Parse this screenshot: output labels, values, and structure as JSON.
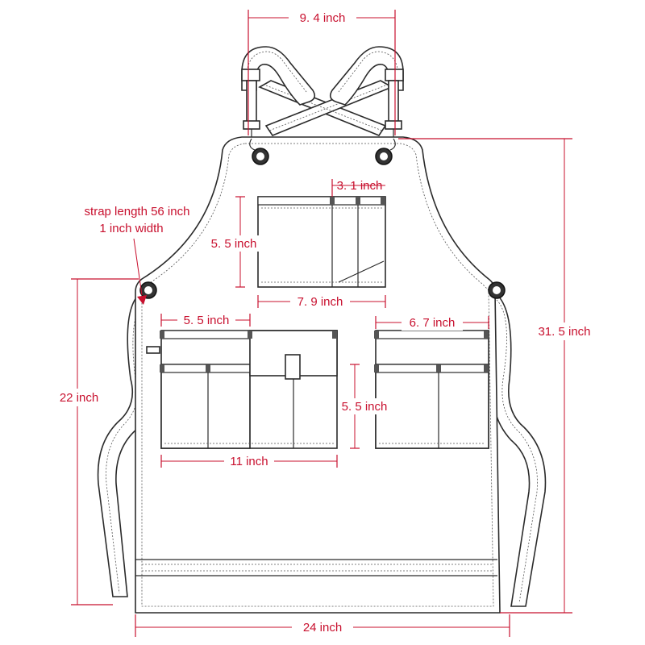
{
  "dimensions": {
    "strap_gap": "9. 4 inch",
    "chest_pocket_divider": "3. 1 inch",
    "chest_pocket_height": "5. 5 inch",
    "chest_pocket_width": "7. 9 inch",
    "left_pocket_section": "5. 5 inch",
    "right_pocket_width": "6. 7 inch",
    "pocket_height": "5. 5 inch",
    "left_pocket_width": "11 inch",
    "bottom_width": "24 inch",
    "total_height": "31. 5 inch",
    "lower_height": "22 inch"
  },
  "strap": {
    "length": "strap length  56  inch",
    "width": "1 inch width"
  },
  "colors": {
    "dimension": "#c8102e",
    "outline": "#2b2b2b"
  }
}
